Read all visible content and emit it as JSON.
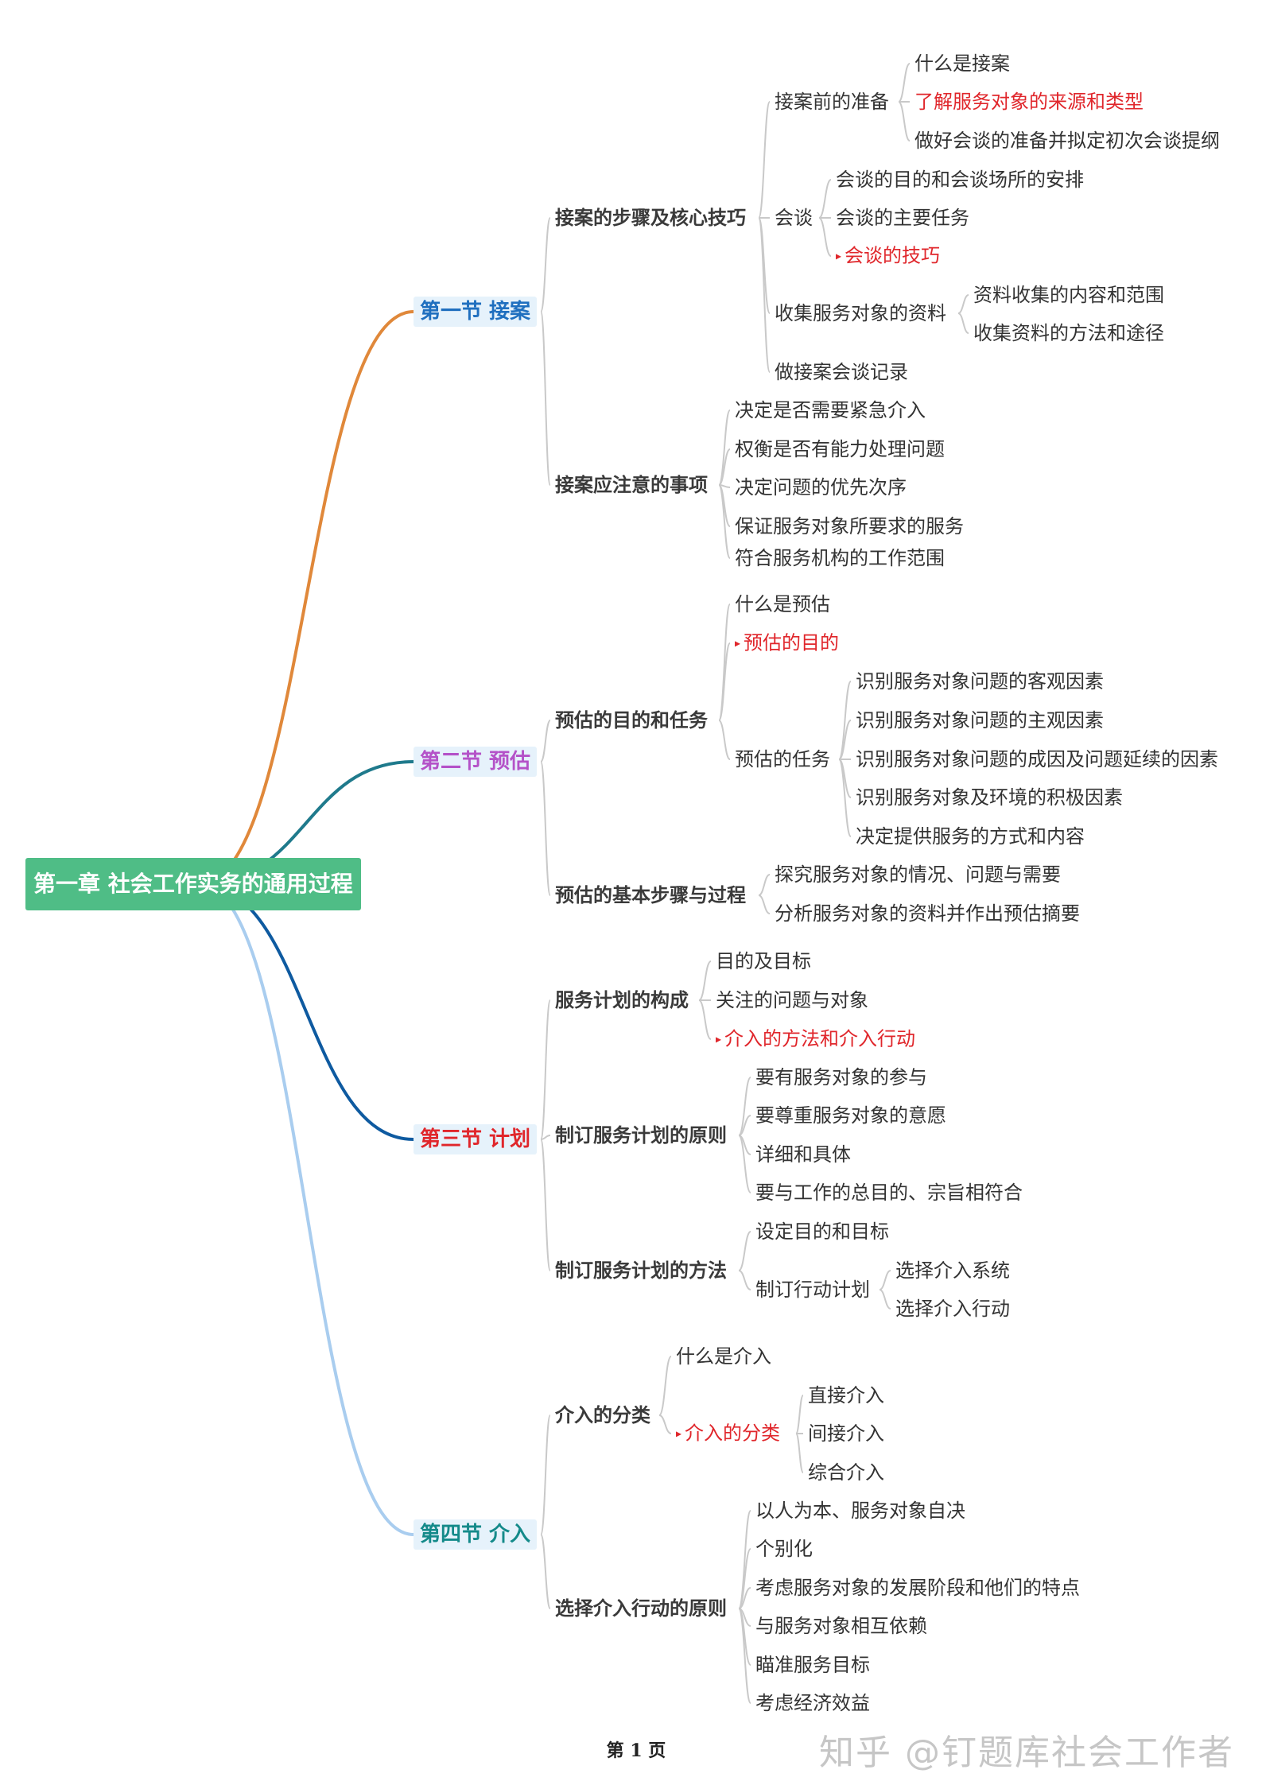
{
  "colors": {
    "root_bg": "#4fbd86",
    "branch1": "#e0883a",
    "branch2": "#1f7a8c",
    "branch3": "#0e5aa0",
    "branch4": "#a9cdef",
    "sec1_text": "#1f6fbf",
    "sec2_text": "#b452c8",
    "sec3_text": "#e0262b",
    "sec4_text": "#148a8a",
    "highlight": "#e0262b",
    "connector": "#c9c9c9"
  },
  "mindmap": {
    "root": "第一章 社会工作实务的通用过程",
    "sections": [
      {
        "label": "第一节 接案",
        "children": [
          {
            "label": "接案的步骤及核心技巧",
            "children": [
              {
                "label": "接案前的准备",
                "children": [
                  {
                    "label": "什么是接案"
                  },
                  {
                    "label": "了解服务对象的来源和类型",
                    "highlight": true
                  },
                  {
                    "label": "做好会谈的准备并拟定初次会谈提纲"
                  }
                ]
              },
              {
                "label": "会谈",
                "children": [
                  {
                    "label": "会谈的目的和会谈场所的安排"
                  },
                  {
                    "label": "会谈的主要任务"
                  },
                  {
                    "label": "会谈的技巧",
                    "highlight": true,
                    "flag": true
                  }
                ]
              },
              {
                "label": "收集服务对象的资料",
                "children": [
                  {
                    "label": "资料收集的内容和范围"
                  },
                  {
                    "label": "收集资料的方法和途径"
                  }
                ]
              },
              {
                "label": "做接案会谈记录"
              }
            ]
          },
          {
            "label": "接案应注意的事项",
            "children": [
              {
                "label": "决定是否需要紧急介入"
              },
              {
                "label": "权衡是否有能力处理问题"
              },
              {
                "label": "决定问题的优先次序"
              },
              {
                "label": "保证服务对象所要求的服务"
              },
              {
                "label": "符合服务机构的工作范围"
              }
            ]
          }
        ]
      },
      {
        "label": "第二节 预估",
        "children": [
          {
            "label": "预估的目的和任务",
            "children": [
              {
                "label": "什么是预估"
              },
              {
                "label": "预估的目的",
                "highlight": true,
                "flag": true
              },
              {
                "label": "预估的任务",
                "children": [
                  {
                    "label": "识别服务对象问题的客观因素"
                  },
                  {
                    "label": "识别服务对象问题的主观因素"
                  },
                  {
                    "label": "识别服务对象问题的成因及问题延续的因素"
                  },
                  {
                    "label": "识别服务对象及环境的积极因素"
                  },
                  {
                    "label": "决定提供服务的方式和内容"
                  }
                ]
              }
            ]
          },
          {
            "label": "预估的基本步骤与过程",
            "children": [
              {
                "label": "探究服务对象的情况、问题与需要"
              },
              {
                "label": "分析服务对象的资料并作出预估摘要"
              }
            ]
          }
        ]
      },
      {
        "label": "第三节 计划",
        "children": [
          {
            "label": "服务计划的构成",
            "children": [
              {
                "label": "目的及目标"
              },
              {
                "label": "关注的问题与对象"
              },
              {
                "label": "介入的方法和介入行动",
                "highlight": true,
                "flag": true
              }
            ]
          },
          {
            "label": "制订服务计划的原则",
            "children": [
              {
                "label": "要有服务对象的参与"
              },
              {
                "label": "要尊重服务对象的意愿"
              },
              {
                "label": "详细和具体"
              },
              {
                "label": "要与工作的总目的、宗旨相符合"
              }
            ]
          },
          {
            "label": "制订服务计划的方法",
            "children": [
              {
                "label": "设定目的和目标"
              },
              {
                "label": "制订行动计划",
                "children": [
                  {
                    "label": "选择介入系统"
                  },
                  {
                    "label": "选择介入行动"
                  }
                ]
              }
            ]
          }
        ]
      },
      {
        "label": "第四节 介入",
        "children": [
          {
            "label": "介入的分类",
            "children": [
              {
                "label": "什么是介入"
              },
              {
                "label": "介入的分类",
                "highlight": true,
                "flag": true,
                "children": [
                  {
                    "label": "直接介入"
                  },
                  {
                    "label": "间接介入"
                  },
                  {
                    "label": "综合介入"
                  }
                ]
              }
            ]
          },
          {
            "label": "选择介入行动的原则",
            "children": [
              {
                "label": "以人为本、服务对象自决"
              },
              {
                "label": "个别化"
              },
              {
                "label": "考虑服务对象的发展阶段和他们的特点"
              },
              {
                "label": "与服务对象相互依赖"
              },
              {
                "label": "瞄准服务目标"
              },
              {
                "label": "考虑经济效益"
              }
            ]
          }
        ]
      }
    ]
  },
  "footer": {
    "page_label": "第 1 页",
    "watermark": "知乎 @钉题库社会工作者"
  }
}
